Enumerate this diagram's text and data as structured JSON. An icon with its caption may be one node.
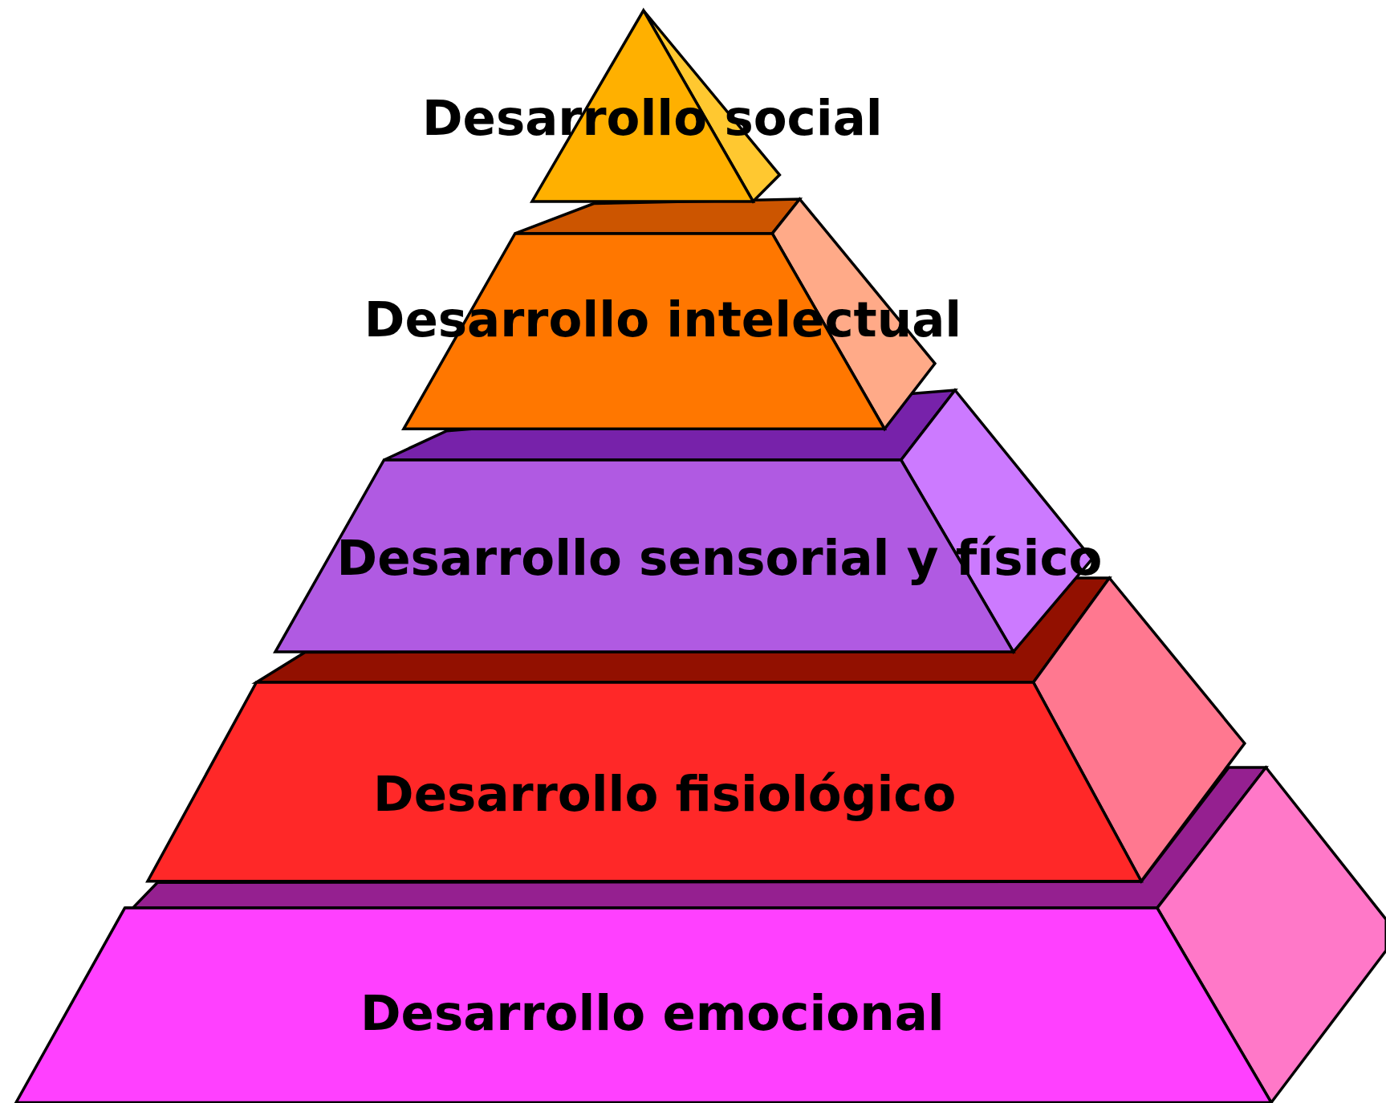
{
  "diagram": {
    "nodes": [
      {
        "text": [
          "Desarrollo social"
        ]
      },
      {
        "text": [
          "Desarrollo intelectual"
        ]
      },
      {
        "text": [
          "Desarrollo sensorial y físico"
        ]
      },
      {
        "text": [
          "Desarrollo fisiológico"
        ]
      },
      {
        "text": [
          "Desarrollo emocional"
        ]
      }
    ]
  }
}
